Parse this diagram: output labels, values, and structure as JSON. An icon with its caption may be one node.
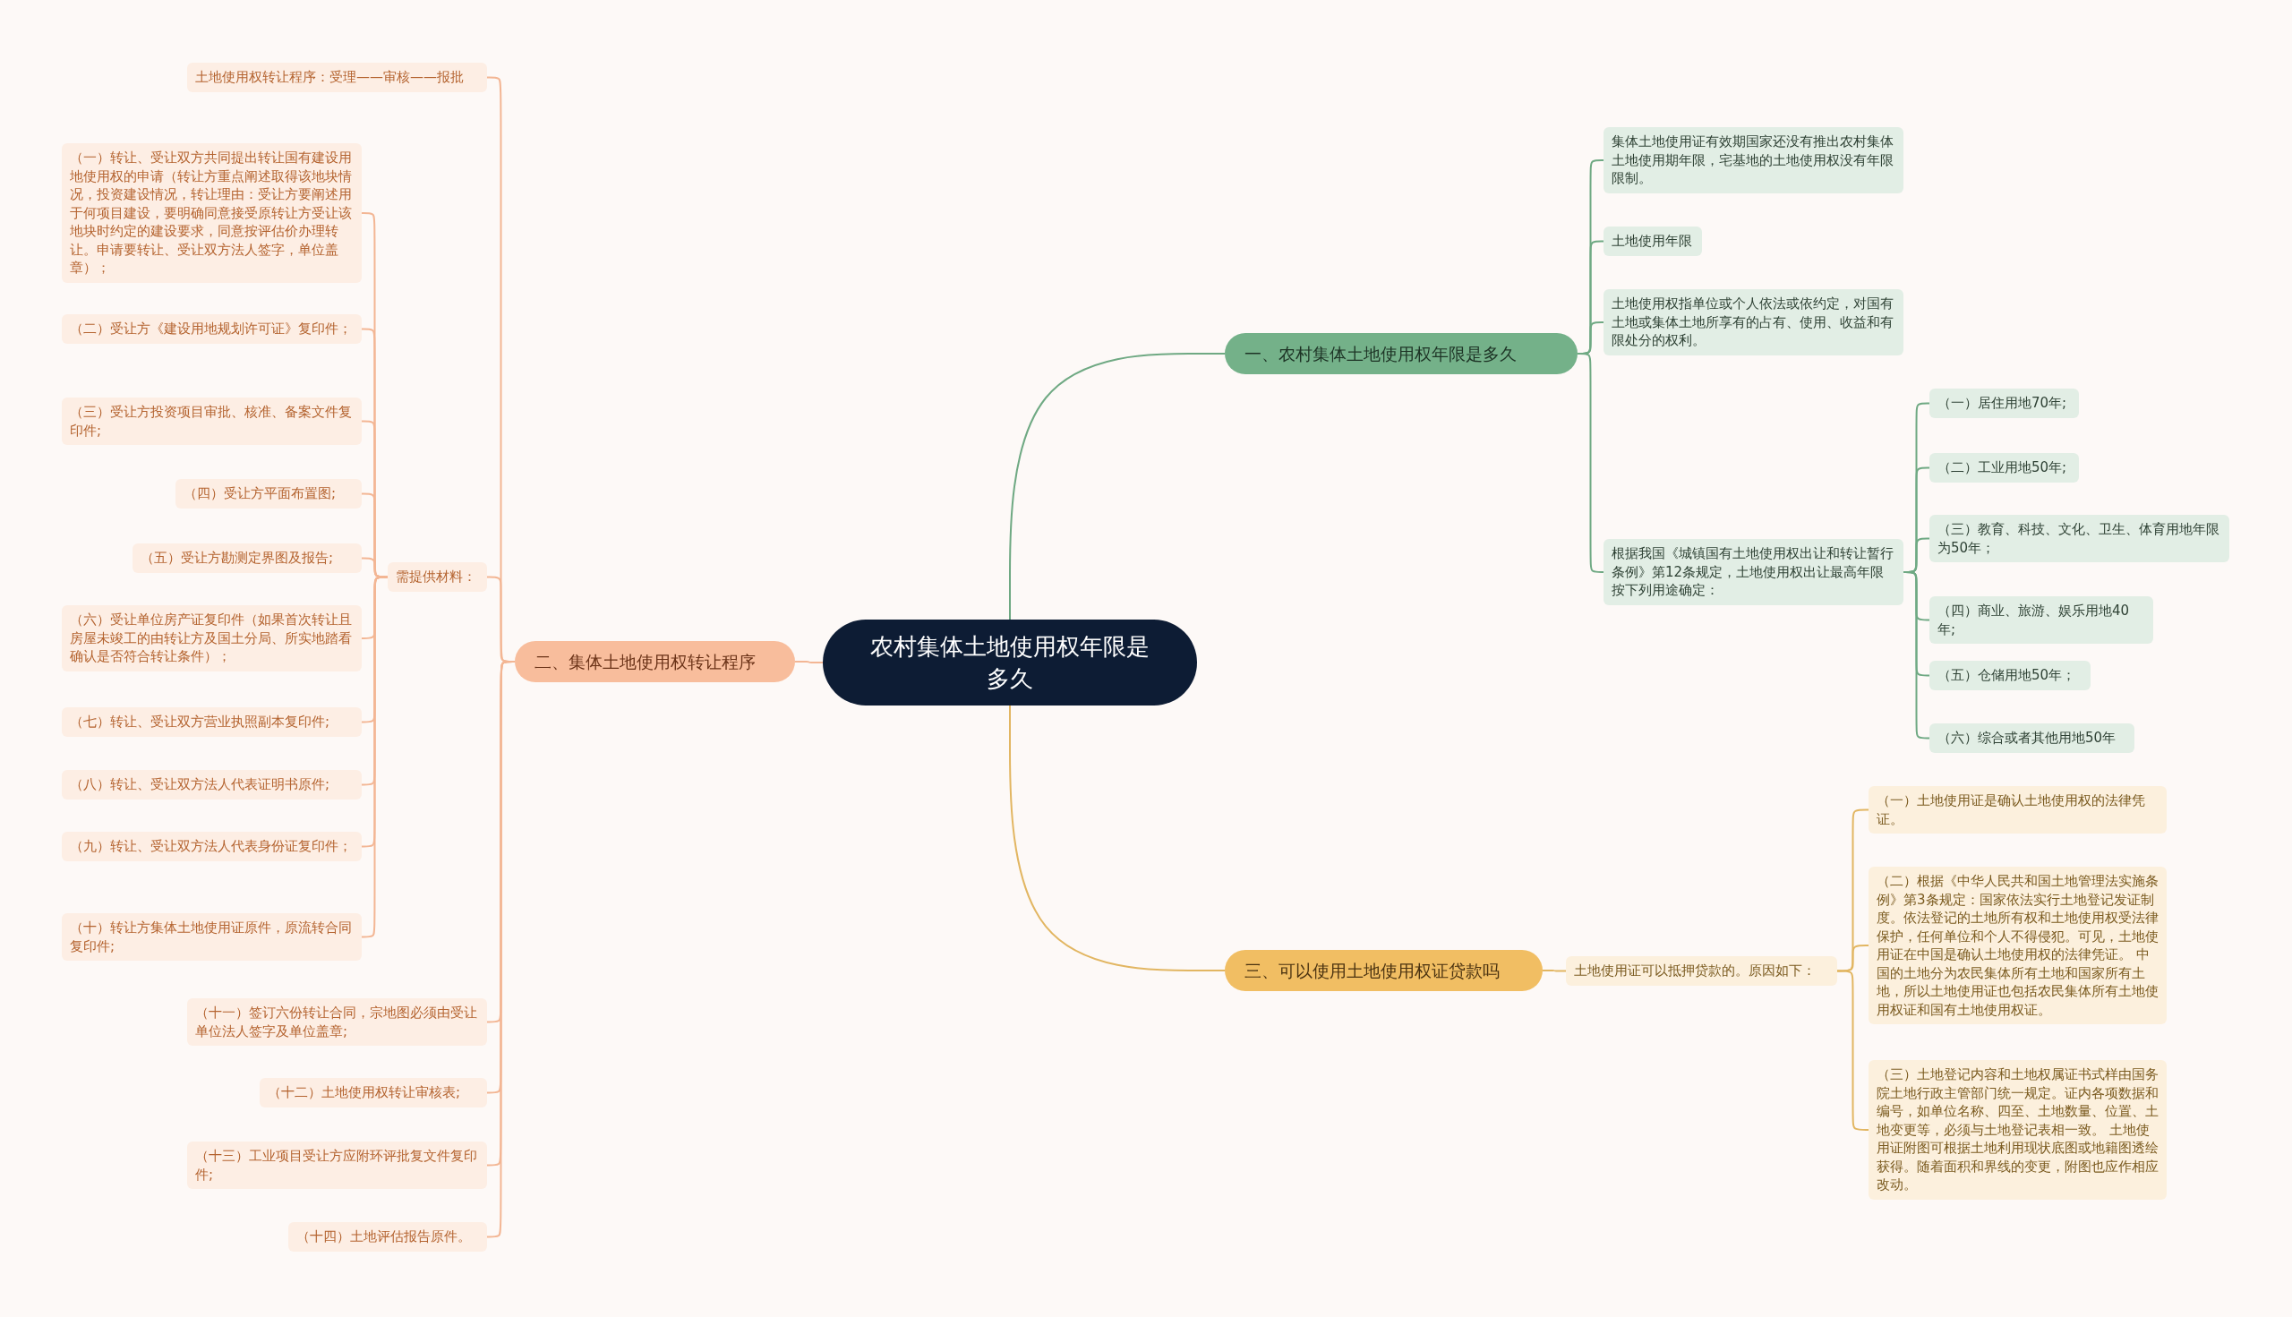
{
  "diagram": {
    "nodes": [
      {
        "text": [
          "农村集体土地使用权年限是多久"
        ]
      },
      {
        "text": [
          "一、农村集体土地使用权年限是多久"
        ]
      },
      {
        "text": [
          "集体土地使用证有效期国家还没有推出农村集体土地使用期年限，宅基地的土地使用权没有年限限制。"
        ]
      },
      {
        "text": [
          "土地使用年限"
        ]
      },
      {
        "text": [
          "土地使用权指单位或个人依法或依约定，对国有土地或集体土地所享有的占有、使用、收益和有限处分的权利。"
        ]
      },
      {
        "text": [
          "根据我国《城镇国有土地使用权出让和转让暂行条例》第12条规定，土地使用权出让最高年限按下列用途确定："
        ]
      },
      {
        "text": [
          "（一）居住用地70年;"
        ]
      },
      {
        "text": [
          "（二）工业用地50年;"
        ]
      },
      {
        "text": [
          "（三）教育、科技、文化、卫生、体育用地年限为50年；"
        ]
      },
      {
        "text": [
          "（四）商业、旅游、娱乐用地40年;"
        ]
      },
      {
        "text": [
          "（五）仓储用地50年；"
        ]
      },
      {
        "text": [
          "（六）综合或者其他用地50年"
        ]
      },
      {
        "text": [
          "二、集体土地使用权转让程序"
        ]
      },
      {
        "text": [
          "土地使用权转让程序：受理——审核——报批"
        ]
      },
      {
        "text": [
          "需提供材料："
        ]
      },
      {
        "text": [
          "（一）转让、受让双方共同提出转让国有建设用地使用权的申请（转让方重点阐述取得该地块情况，投资建设情况，转让理由：受让方要阐述用于何项目建设，要明确同意接受原转让方受让该地块时约定的建设要求，同意按评估价办理转让。申请要转让、受让双方法人签字，单位盖章）；"
        ]
      },
      {
        "text": [
          "（二）受让方《建设用地规划许可证》复印件；"
        ]
      },
      {
        "text": [
          "（三）受让方投资项目审批、核准、备案文件复印件;"
        ]
      },
      {
        "text": [
          "（四）受让方平面布置图;"
        ]
      },
      {
        "text": [
          "（五）受让方勘测定界图及报告;"
        ]
      },
      {
        "text": [
          "（六）受让单位房产证复印件（如果首次转让且房屋未竣工的由转让方及国土分局、所实地踏看确认是否符合转让条件）；"
        ]
      },
      {
        "text": [
          "（七）转让、受让双方营业执照副本复印件;"
        ]
      },
      {
        "text": [
          "（八）转让、受让双方法人代表证明书原件;"
        ]
      },
      {
        "text": [
          "（九）转让、受让双方法人代表身份证复印件；"
        ]
      },
      {
        "text": [
          "（十）转让方集体土地使用证原件，原流转合同复印件;"
        ]
      },
      {
        "text": [
          "（十一）签订六份转让合同，宗地图必须由受让单位法人签字及单位盖章;"
        ]
      },
      {
        "text": [
          "（十二）土地使用权转让审核表;"
        ]
      },
      {
        "text": [
          "（十三）工业项目受让方应附环评批复文件复印件;"
        ]
      },
      {
        "text": [
          "（十四）土地评估报告原件。"
        ]
      },
      {
        "text": [
          "三、可以使用土地使用权证贷款吗"
        ]
      },
      {
        "text": [
          "土地使用证可以抵押贷款的。原因如下："
        ]
      },
      {
        "text": [
          "（一）土地使用证是确认土地使用权的法律凭证。"
        ]
      },
      {
        "text": [
          "（二）根据《中华人民共和国土地管理法实施条例》第3条规定：国家依法实行土地登记发证制度。依法登记的土地所有权和土地使用权受法律保护，任何单位和个人不得侵犯。可见，土地使用证在中国是确认土地使用权的法律凭证。 中国的土地分为农民集体所有土地和国家所有土地，所以土地使用证也包括农民集体所有土地使用权证和国有土地使用权证。"
        ]
      },
      {
        "text": [
          "（三）土地登记内容和土地权属证书式样由国务院土地行政主管部门统一规定。证内各项数据和编号，如单位名称、四至、土地数量、位置、土地变更等，必须与土地登记表相一致。 土地使用证附图可根据土地利用现状底图或地籍图透绘获得。随着面积和界线的变更，附图也应作相应改动。"
        ]
      }
    ],
    "edges": [
      {
        "from": 0,
        "to": 1,
        "arrow": "none",
        "color": "#6fa983"
      },
      {
        "from": 1,
        "to": 2,
        "arrow": "none",
        "color": "#6fa983"
      },
      {
        "from": 1,
        "to": 3,
        "arrow": "none",
        "color": "#6fa983"
      },
      {
        "from": 1,
        "to": 4,
        "arrow": "none",
        "color": "#6fa983"
      },
      {
        "from": 1,
        "to": 5,
        "arrow": "none",
        "color": "#6fa983"
      },
      {
        "from": 5,
        "to": 6,
        "arrow": "none",
        "color": "#6fa983"
      },
      {
        "from": 5,
        "to": 7,
        "arrow": "none",
        "color": "#6fa983"
      },
      {
        "from": 5,
        "to": 8,
        "arrow": "none",
        "color": "#6fa983"
      },
      {
        "from": 5,
        "to": 9,
        "arrow": "none",
        "color": "#6fa983"
      },
      {
        "from": 5,
        "to": 10,
        "arrow": "none",
        "color": "#6fa983"
      },
      {
        "from": 5,
        "to": 11,
        "arrow": "none",
        "color": "#6fa983"
      },
      {
        "from": 0,
        "to": 12,
        "arrow": "none",
        "color": "#f3b694"
      },
      {
        "from": 12,
        "to": 13,
        "arrow": "none",
        "color": "#f3b694"
      },
      {
        "from": 12,
        "to": 14,
        "arrow": "none",
        "color": "#f3b694"
      },
      {
        "from": 14,
        "to": 15,
        "arrow": "none",
        "color": "#f3b694"
      },
      {
        "from": 14,
        "to": 16,
        "arrow": "none",
        "color": "#f3b694"
      },
      {
        "from": 14,
        "to": 17,
        "arrow": "none",
        "color": "#f3b694"
      },
      {
        "from": 14,
        "to": 18,
        "arrow": "none",
        "color": "#f3b694"
      },
      {
        "from": 14,
        "to": 19,
        "arrow": "none",
        "color": "#f3b694"
      },
      {
        "from": 14,
        "to": 20,
        "arrow": "none",
        "color": "#f3b694"
      },
      {
        "from": 14,
        "to": 21,
        "arrow": "none",
        "color": "#f3b694"
      },
      {
        "from": 14,
        "to": 22,
        "arrow": "none",
        "color": "#f3b694"
      },
      {
        "from": 14,
        "to": 23,
        "arrow": "none",
        "color": "#f3b694"
      },
      {
        "from": 14,
        "to": 24,
        "arrow": "none",
        "color": "#f3b694"
      },
      {
        "from": 12,
        "to": 25,
        "arrow": "none",
        "color": "#f3b694"
      },
      {
        "from": 12,
        "to": 26,
        "arrow": "none",
        "color": "#f3b694"
      },
      {
        "from": 12,
        "to": 27,
        "arrow": "none",
        "color": "#f3b694"
      },
      {
        "from": 12,
        "to": 28,
        "arrow": "none",
        "color": "#f3b694"
      },
      {
        "from": 0,
        "to": 29,
        "arrow": "none",
        "color": "#e2b662"
      },
      {
        "from": 29,
        "to": 30,
        "arrow": "none",
        "color": "#e2b662"
      },
      {
        "from": 30,
        "to": 31,
        "arrow": "none",
        "color": "#e2b662"
      },
      {
        "from": 30,
        "to": 32,
        "arrow": "none",
        "color": "#e2b662"
      },
      {
        "from": 30,
        "to": 33,
        "arrow": "none",
        "color": "#e2b662"
      }
    ]
  }
}
